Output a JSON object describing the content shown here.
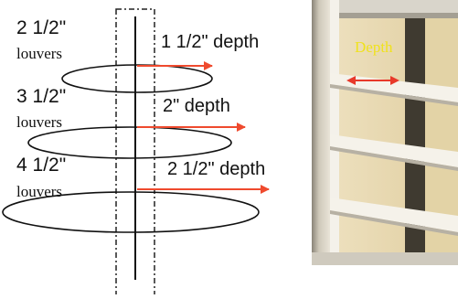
{
  "louvers": [
    {
      "size": "2 1/2\"",
      "word": "louvers",
      "depth": "1 1/2\"  depth"
    },
    {
      "size": "3 1/2\"",
      "word": "louvers",
      "depth": "2\"  depth"
    },
    {
      "size": "4 1/2\"",
      "word": "louvers",
      "depth": "2 1/2\"  depth"
    }
  ],
  "photo": {
    "label": "Depth"
  },
  "colors": {
    "arrow": "#ef4a2e",
    "photo_label": "#f0e21c",
    "photo_arrow": "#e8392a",
    "ellipse_stroke": "#111111"
  }
}
